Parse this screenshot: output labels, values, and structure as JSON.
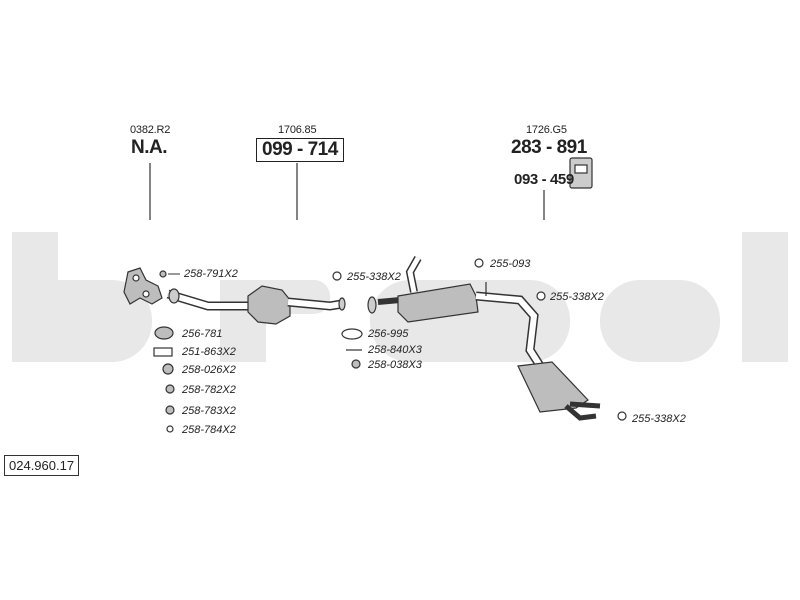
{
  "diagram_number": "024.960.17",
  "groups": [
    {
      "ref": "0382.R2",
      "part": "N.A."
    },
    {
      "ref": "1706.85",
      "part": "099 - 714"
    },
    {
      "ref": "1726.G5",
      "part": "283 - 891",
      "sub_part": "093 - 459"
    }
  ],
  "parts": [
    "258-791X2",
    "256-781",
    "251-863X2",
    "258-026X2",
    "258-782X2",
    "258-783X2",
    "258-784X2",
    "255-338X2",
    "256-995",
    "258-840X3",
    "258-038X3",
    "255-093",
    "255-338X2",
    "255-338X2"
  ],
  "colors": {
    "line": "#333333",
    "watermark": "#e8e8e8",
    "part_fill": "#bdbdbd"
  }
}
